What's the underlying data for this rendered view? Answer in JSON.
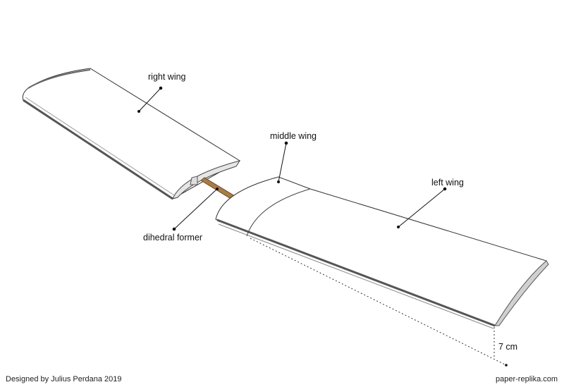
{
  "labels": {
    "right_wing": "right wing",
    "middle_wing": "middle wing",
    "left_wing": "left wing",
    "dihedral_former": "dihedral former",
    "dimension": "7 cm"
  },
  "footer": {
    "credit": "Designed by Julius Perdana 2019",
    "website": "paper-replika.com"
  },
  "colors": {
    "former": "#a97b47",
    "outline": "#333333",
    "edge_shade": "#bdbdbd"
  }
}
